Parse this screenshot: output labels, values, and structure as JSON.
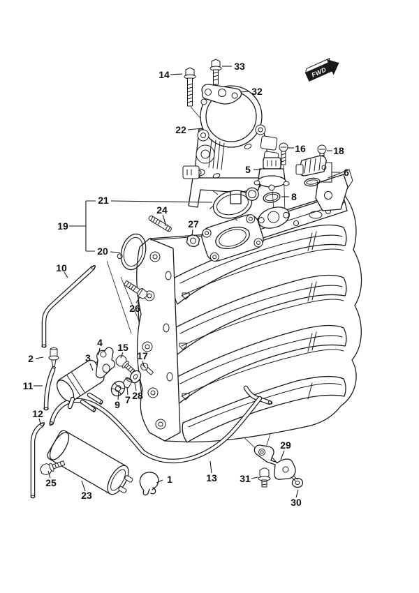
{
  "figure": {
    "title": "intake-manifold-throttle-body-parts-diagram",
    "fwd_label": "FWD",
    "colors": {
      "background": "#ffffff",
      "line": "#1a1a1a"
    },
    "callouts": {
      "c1": "1",
      "c2": "2",
      "c3": "3",
      "c4": "4",
      "c5": "5",
      "c6": "6",
      "c7": "7",
      "c8": "8",
      "c9": "9",
      "c10": "10",
      "c11": "11",
      "c12": "12",
      "c13": "13",
      "c14": "14",
      "c15": "15",
      "c16": "16",
      "c17": "17",
      "c18": "18",
      "c19": "19",
      "c20": "20",
      "c21": "21",
      "c22": "22",
      "c23": "23",
      "c24": "24",
      "c25": "25",
      "c26": "26",
      "c27": "27",
      "c28": "28",
      "c29": "29",
      "c30": "30",
      "c31": "31",
      "c32": "32",
      "c33": "33"
    }
  }
}
